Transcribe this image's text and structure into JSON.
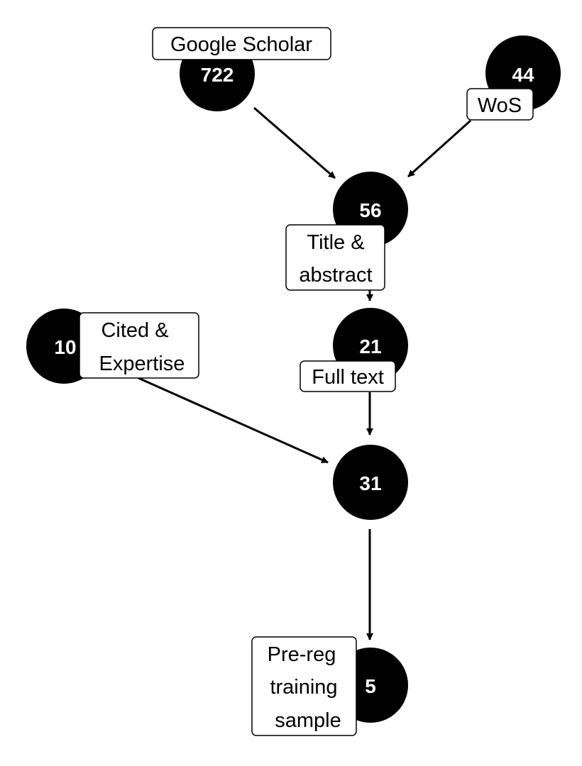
{
  "nodes": {
    "google_scholar": {
      "count": "722",
      "label_lines": [
        "Google Scholar"
      ]
    },
    "wos": {
      "count": "44",
      "label_lines": [
        "WoS"
      ]
    },
    "title_abstract": {
      "count": "56",
      "label_lines": [
        "Title &",
        "abstract"
      ]
    },
    "full_text": {
      "count": "21",
      "label_lines": [
        "Full text"
      ]
    },
    "cited_expertise": {
      "count": "10",
      "label_lines": [
        "Cited &",
        "Expertise"
      ]
    },
    "combined": {
      "count": "31"
    },
    "final_sample": {
      "count": "5",
      "label_lines": [
        "Pre-reg",
        "training",
        "sample"
      ]
    }
  },
  "colors": {
    "node_fill": "#000000",
    "node_text": "#ffffff",
    "label_border": "#000000",
    "label_fill": "#ffffff",
    "edge": "#000000"
  }
}
